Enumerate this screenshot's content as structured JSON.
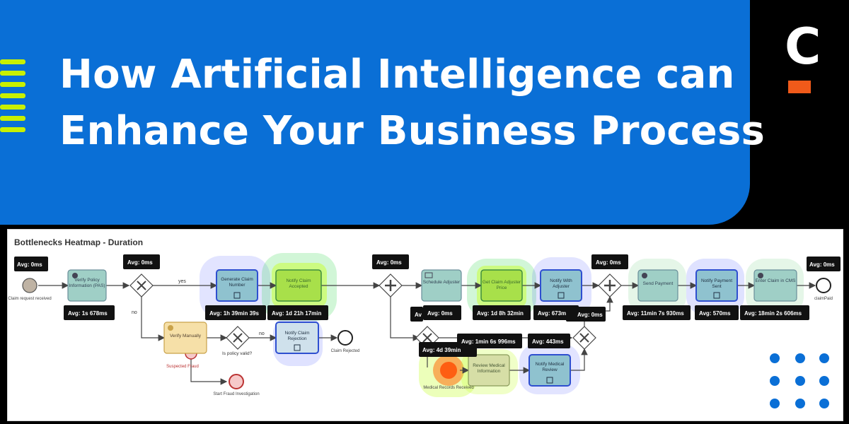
{
  "title": {
    "line1": "How Artificial Intelligence can",
    "line2": "Enhance Your Business Process"
  },
  "brand": {
    "letter": "C",
    "accent": "#f05a1a",
    "primary": "#0a6fd6",
    "stripe": "#c8f000"
  },
  "heatmap": {
    "title": "Bottlenecks Heatmap - Duration",
    "tasks": {
      "verify_policy": "Verify Policy Information (PAS)",
      "generate_claim": "Generate Claim Number",
      "notify_accepted": "Notify Claim Accepted",
      "schedule_adjuster": "Schedule Adjuster",
      "get_adjuster_price": "Get Claim Adjuster Price",
      "notify_adjuster": "Notify With Adjuster",
      "send_payment": "Send Payment",
      "notify_payment": "Notify Payment Sent",
      "enter_claim_cms": "Enter Claim in CMS",
      "verify_manually": "Verify Manually",
      "notify_rejection": "Notify Claim Rejection",
      "review_medical": "Review Medical Information",
      "notify_medical": "Notify Medical Review"
    },
    "events": {
      "start": "Claim request received",
      "claim_rejected": "Claim Rejected",
      "claim_paid": "claimPaid",
      "suspected_fraud": "Suspected Fraud",
      "start_fraud": "Start Fraud Investigation",
      "medical_received": "Medical Records Received"
    },
    "flow_labels": {
      "yes": "yes",
      "no": "no",
      "policy_valid": "Is policy valid?",
      "no2": "no"
    },
    "badges": {
      "start_avg": "Avg:  0ms",
      "verify_policy": "Avg:  1s 678ms",
      "gateway1": "Avg:  0ms",
      "generate_claim": "Avg:  1h 39min 39s",
      "notify_accepted": "Avg:  1d 21h 17min",
      "parallel1": "Avg:  0ms",
      "get_price": "Avg:  1d 8h 32min",
      "notify_adjuster": "Avg:  673ms",
      "gateway_med": "Avg:  0ms",
      "parallel2": "Avg:  0ms",
      "send_payment": "Avg:  11min 7s 930ms",
      "notify_payment": "Avg:  570ms",
      "enter_cms": "Avg:  18min 2s 606ms",
      "end": "Avg:  0ms",
      "schedule_partial": "Av",
      "xgw_bottom": "Avg:  0ms",
      "medical_received": "Avg:  4d 39min",
      "review_medical": "Avg:  1min 6s 996ms",
      "notify_medical": "Avg:  443ms"
    }
  }
}
